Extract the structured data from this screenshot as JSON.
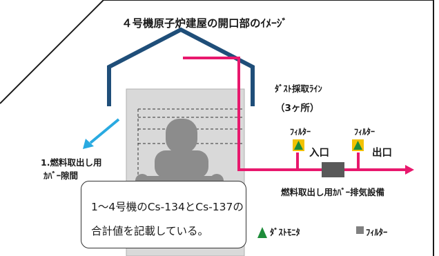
{
  "title": "４号機原子炉建屋の開口部のｲﾒｰｼﾞ",
  "opening_label": {
    "line1": "1.燃料取出し用",
    "line2": "ｶﾊﾞｰ隙間"
  },
  "dust_sampling_line": {
    "line1": "ﾀﾞｽﾄ採取ﾗｲﾝ",
    "line2": "（3ヶ所）"
  },
  "filter_label_1": "ﾌｨﾙﾀｰ",
  "filter_label_2": "ﾌｨﾙﾀｰ",
  "inlet_label": "入口",
  "outlet_label": "出口",
  "exhaust_equipment_label": "燃料取出し用ｶﾊﾞｰ排気設備",
  "legend": {
    "dust_monitor": "ﾀﾞｽﾄﾓﾆﾀ",
    "filter": "ﾌｨﾙﾀｰ"
  },
  "callout": {
    "line1": "1～4号機のCs-134とCs-137の",
    "line2": "合計値を記載している。"
  },
  "colors": {
    "cover": "#1f4e79",
    "exhaust_line": "#e8186d",
    "opening_arrow": "#29aae1",
    "monitor_triangle": "#1e8c3a",
    "monitor_box": "#f2c200",
    "filter_box": "#595959",
    "building_fill": "#d9d9d9",
    "silhouette": "#8c8c8c"
  },
  "icons": {
    "dust_monitor": "triangle-on-yellow-square-icon",
    "filter": "gray-square-icon"
  }
}
